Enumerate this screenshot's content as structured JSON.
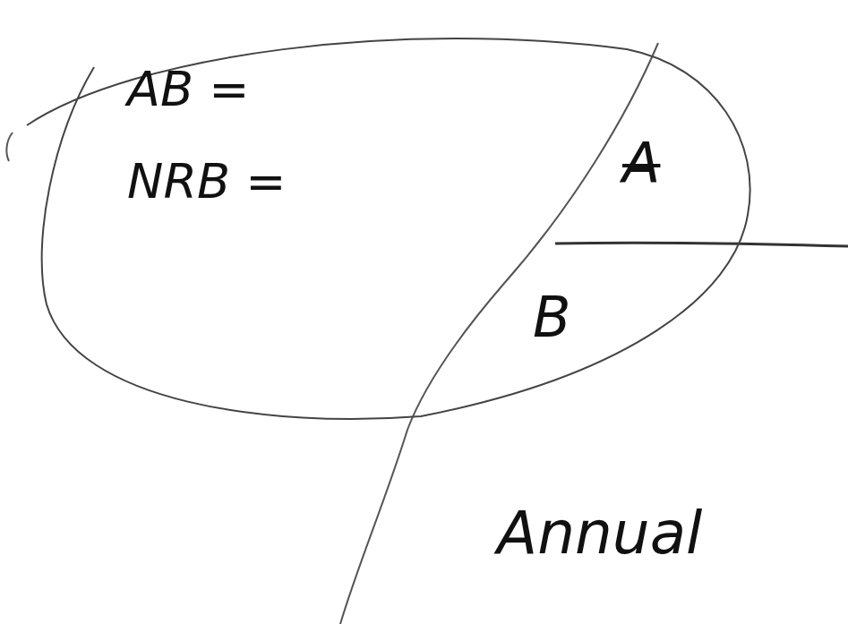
{
  "diagram": {
    "nodes": [
      {
        "text": [
          "AB =",
          "NRB ="
        ]
      },
      {
        "text": [
          "A"
        ],
        "in": 0
      },
      {
        "text": [
          "B"
        ],
        "in": 0
      }
    ],
    "labels": [
      "Annual"
    ]
  }
}
